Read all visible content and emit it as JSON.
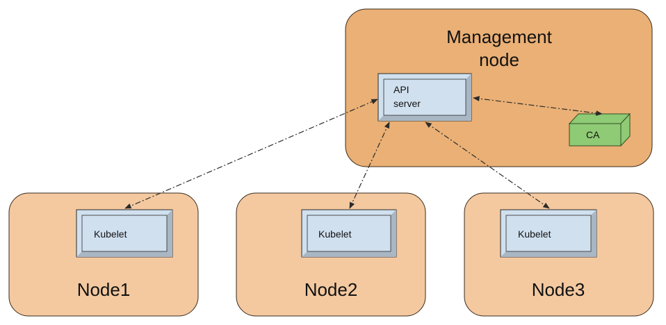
{
  "management": {
    "title_line1": "Management",
    "title_line2": "node",
    "api_line1": "API",
    "api_line2": "server",
    "ca": "CA"
  },
  "nodes": [
    {
      "title": "Node1",
      "component": "Kubelet"
    },
    {
      "title": "Node2",
      "component": "Kubelet"
    },
    {
      "title": "Node3",
      "component": "Kubelet"
    }
  ],
  "colors": {
    "management_fill": "#eab075",
    "node_fill": "#f4c9a0",
    "group_stroke": "#3a2a1a",
    "component_fill": "#d0e0ef",
    "component_bevel": "#a9b6c4",
    "ca_fill": "#8fca74",
    "ca_stroke": "#2f4f25"
  }
}
